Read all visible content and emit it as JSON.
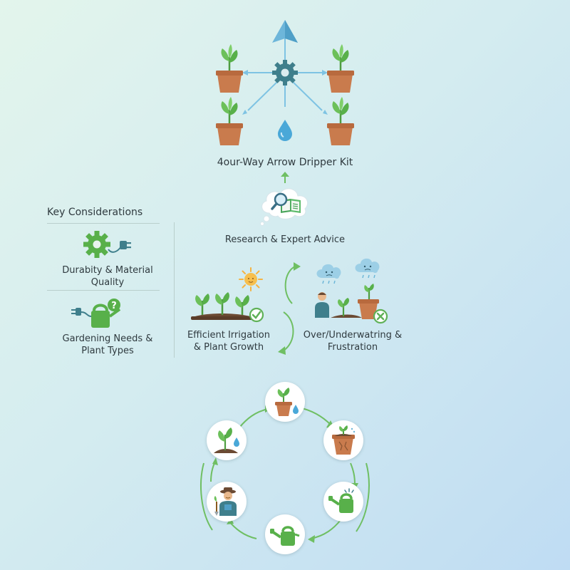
{
  "diagram": {
    "top": {
      "title": "4our-Way Arrow Dripper Kit"
    },
    "research": {
      "label": "Research & Expert Advice"
    },
    "considerations": {
      "heading": "Key Considerations",
      "items": [
        {
          "label": "Durabity & Material Quality",
          "icon": "gear-plug-icon"
        },
        {
          "label": "Gardening Needs & Plant Types",
          "icon": "watering-can-question-icon"
        }
      ]
    },
    "irrigation": {
      "label": "Efficient Irrigation & Plant Growth"
    },
    "frustration": {
      "label": "Over/Underwatring & Frustration"
    },
    "cycle": {
      "nodes": [
        {
          "icon": "potted-plant-drop-icon"
        },
        {
          "icon": "dry-soil-pot-icon"
        },
        {
          "icon": "watering-can-sparkle-icon"
        },
        {
          "icon": "watering-can-icon"
        },
        {
          "icon": "gardener-icon"
        },
        {
          "icon": "seedling-soil-drop-icon"
        }
      ]
    }
  },
  "colors": {
    "arrow_blue": "#7ec3e3",
    "hub_teal": "#3f7f8c",
    "pot_orange": "#c97b4d",
    "leaf_green": "#58b04a",
    "cycle_green": "#6fbf63",
    "check_green": "#5fb157",
    "cross_green": "#5fb157"
  }
}
